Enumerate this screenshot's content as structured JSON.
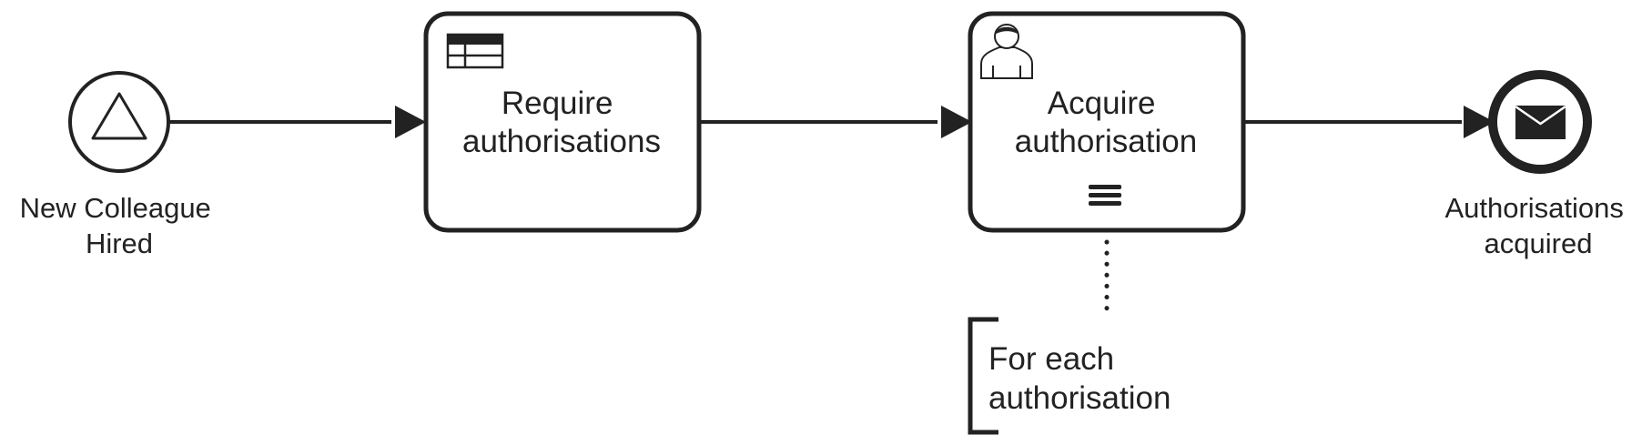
{
  "diagram": {
    "colors": {
      "stroke": "#222222",
      "fill": "#ffffff",
      "text": "#222222"
    },
    "start_event": {
      "type": "signal-start-event",
      "label_lines": [
        "New Colleague",
        "Hired"
      ]
    },
    "task_require": {
      "type": "business-rule-task",
      "icon": "business-rule-table-icon",
      "label_lines": [
        "Require",
        "authorisations"
      ]
    },
    "task_acquire": {
      "type": "user-task",
      "icon": "user-icon",
      "marker": "sequential-multi-instance-marker",
      "label_lines": [
        "Acquire",
        "authorisation"
      ]
    },
    "end_event": {
      "type": "message-end-event",
      "icon": "envelope-icon",
      "label_lines": [
        "Authorisations",
        "acquired"
      ]
    },
    "annotation": {
      "label_lines": [
        "For each",
        "authorisation"
      ]
    }
  }
}
